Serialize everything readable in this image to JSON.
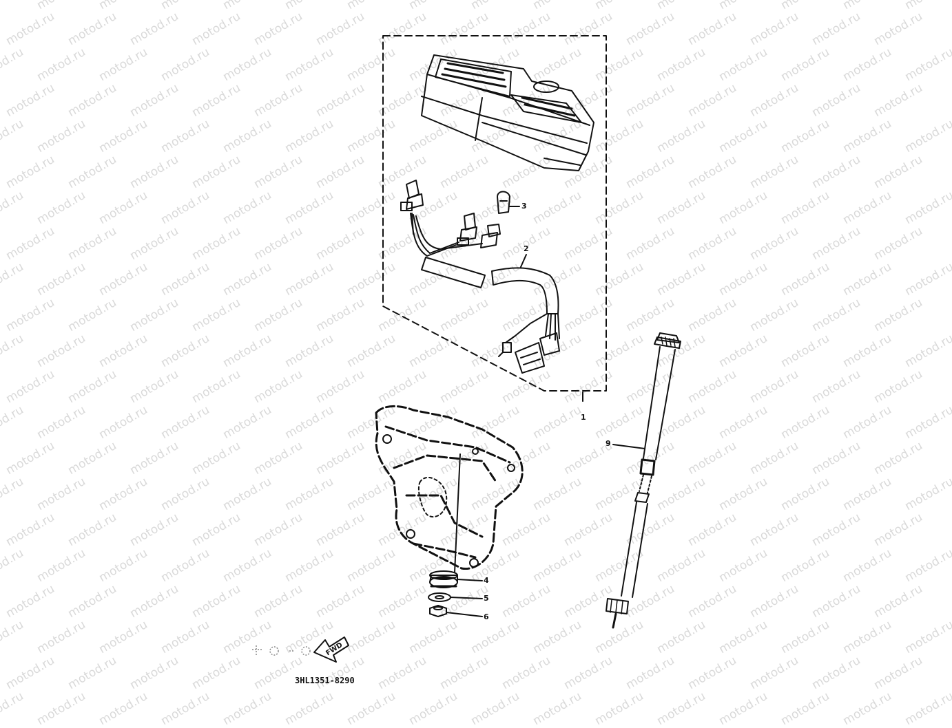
{
  "watermark": {
    "text": "motod.ru"
  },
  "callouts": [
    {
      "id": "1",
      "label": "1"
    },
    {
      "id": "2",
      "label": "2"
    },
    {
      "id": "3",
      "label": "3"
    },
    {
      "id": "4",
      "label": "4"
    },
    {
      "id": "5",
      "label": "5"
    },
    {
      "id": "6",
      "label": "6"
    },
    {
      "id": "9",
      "label": "9"
    }
  ],
  "direction_marker": {
    "label": "FWD"
  },
  "part_code": "3HL1351-8290",
  "colors": {
    "ink": "#111111",
    "watermark": "#d9d9d9",
    "background": "#ffffff"
  }
}
